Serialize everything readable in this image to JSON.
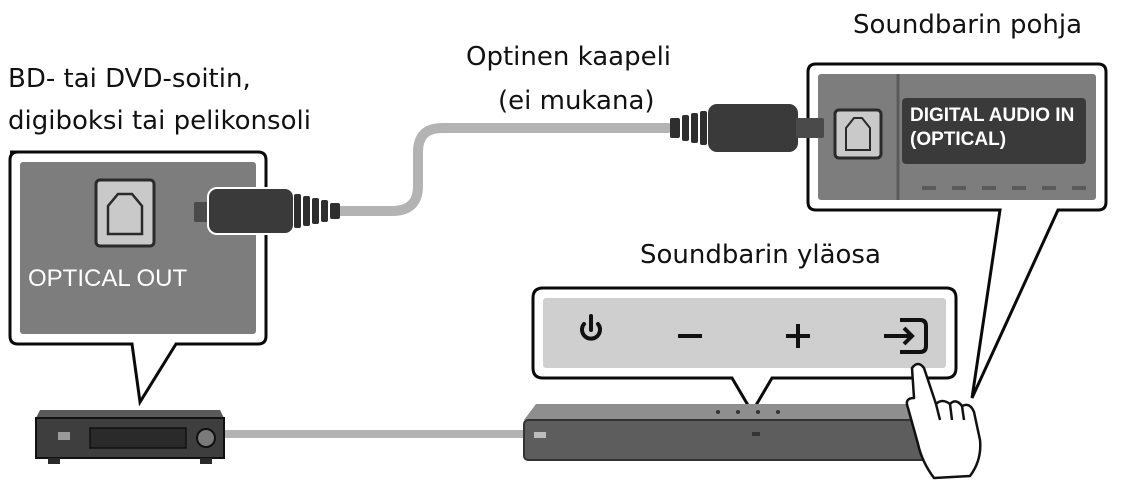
{
  "source": {
    "label_line1": "BD- tai DVD-soitin,",
    "label_line2": "digiboksi tai pelikonsoli",
    "port_label": "OPTICAL OUT"
  },
  "cable": {
    "label_line1": "Optinen kaapeli",
    "label_line2": "(ei mukana)"
  },
  "soundbar_bottom": {
    "label": "Soundbarin pohja",
    "port_label_line1": "DIGITAL AUDIO IN",
    "port_label_line2": "(OPTICAL)"
  },
  "soundbar_top": {
    "label": "Soundbarin yläosa",
    "buttons": [
      "power-icon",
      "minus-icon",
      "plus-icon",
      "source-input-icon"
    ]
  },
  "colors": {
    "panel_gray": "#7d7d7d",
    "dark_gray": "#3a3a3a",
    "cable_gray": "#b3b3b3",
    "outline": "#0a0a0a"
  }
}
